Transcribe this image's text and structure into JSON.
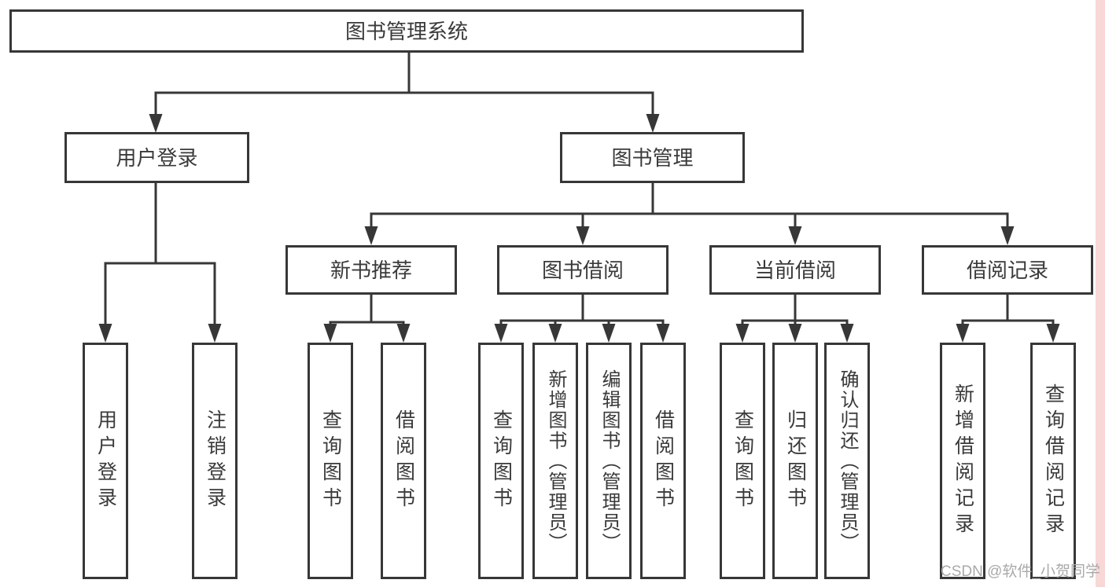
{
  "tree": {
    "label": "图书管理系统",
    "children": [
      {
        "label": "用户登录",
        "children": [
          {
            "label": "用户登录"
          },
          {
            "label": "注销登录"
          }
        ]
      },
      {
        "label": "图书管理",
        "children": [
          {
            "label": "新书推荐",
            "children": [
              {
                "label": "查询图书"
              },
              {
                "label": "借阅图书"
              }
            ]
          },
          {
            "label": "图书借阅",
            "children": [
              {
                "label": "查询图书"
              },
              {
                "label": "新增图书（管理员）"
              },
              {
                "label": "编辑图书（管理员）"
              },
              {
                "label": "借阅图书"
              }
            ]
          },
          {
            "label": "当前借阅",
            "children": [
              {
                "label": "查询图书"
              },
              {
                "label": "归还图书"
              },
              {
                "label": "确认归还（管理员）"
              }
            ]
          },
          {
            "label": "借阅记录",
            "children": [
              {
                "label": "新增借阅记录"
              },
              {
                "label": "查询借阅记录"
              }
            ]
          }
        ]
      }
    ]
  },
  "watermark": "CSDN @软件_小贺同学",
  "colors": {
    "line": "#373737",
    "box_border": "#373737",
    "text": "#3a3a3a",
    "watermark": "#a9a9a9",
    "right_strip": "#f8d7d7",
    "background": "#ffffff"
  }
}
